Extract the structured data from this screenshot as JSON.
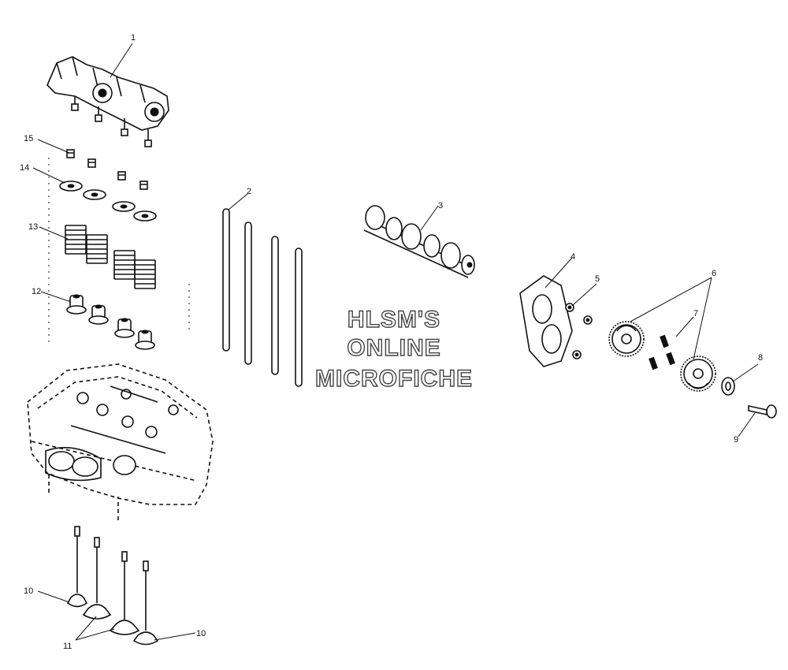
{
  "callouts": {
    "c1": "1",
    "c2": "2",
    "c3": "3",
    "c4": "4",
    "c5": "5",
    "c6": "6",
    "c7": "7",
    "c8": "8",
    "c9": "9",
    "c10a": "10",
    "c10b": "10",
    "c11": "11",
    "c12": "12",
    "c13": "13",
    "c14": "14",
    "c15": "15"
  },
  "watermark": {
    "line1": "HLSM'S",
    "line2": "ONLINE",
    "line3": "MICROFICHE"
  }
}
